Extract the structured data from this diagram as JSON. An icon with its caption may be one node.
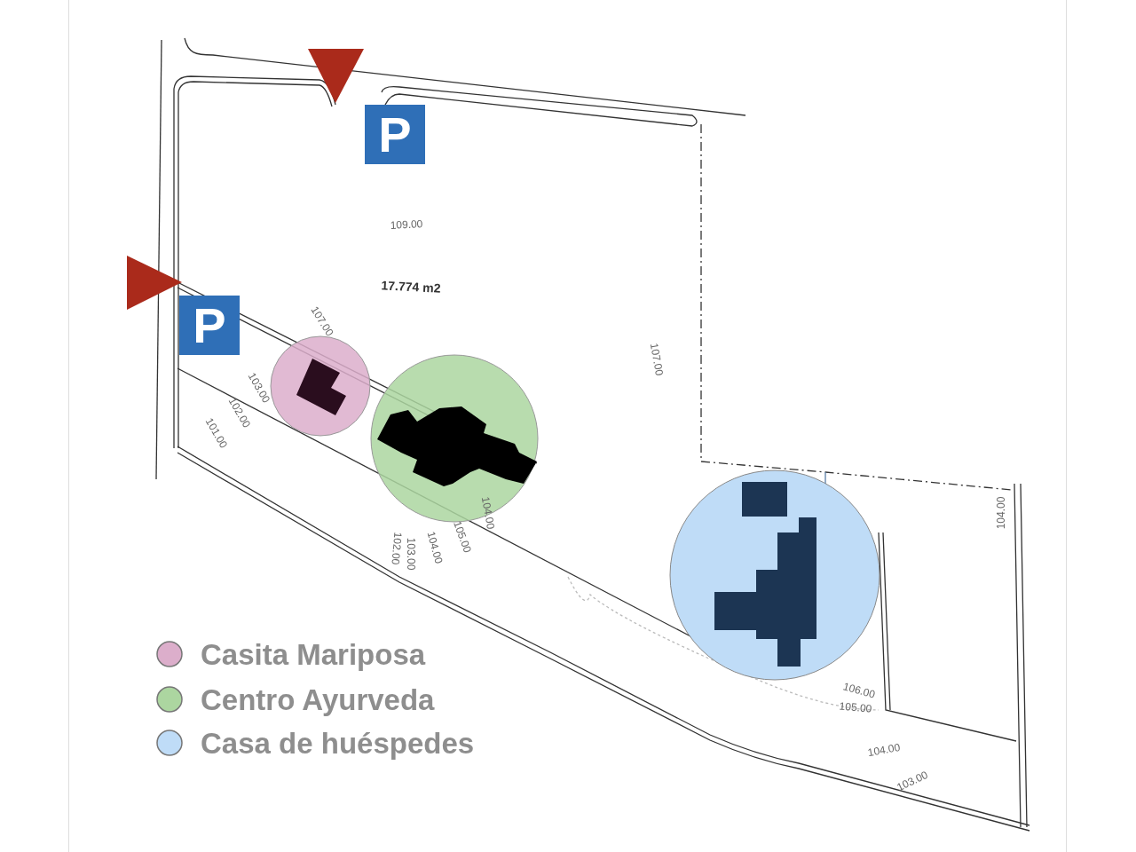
{
  "diagram": {
    "labels": [
      "P",
      "109.00",
      "17.774 m2",
      "P",
      "107.00",
      "107.00",
      "103.00",
      "102.00",
      "101.00",
      "104.00",
      "102.00",
      "103.00",
      "104.00",
      "105.00",
      "104.00",
      "106.00",
      "105.00",
      "104.00",
      "103.00"
    ],
    "legend": [
      {
        "text": "Casita Mariposa",
        "color": "#dcaecb"
      },
      {
        "text": "Centro Ayurveda",
        "color": "#acd6a0"
      },
      {
        "text": "Casa de huéspedes",
        "color": "#bfdcf7"
      }
    ]
  }
}
